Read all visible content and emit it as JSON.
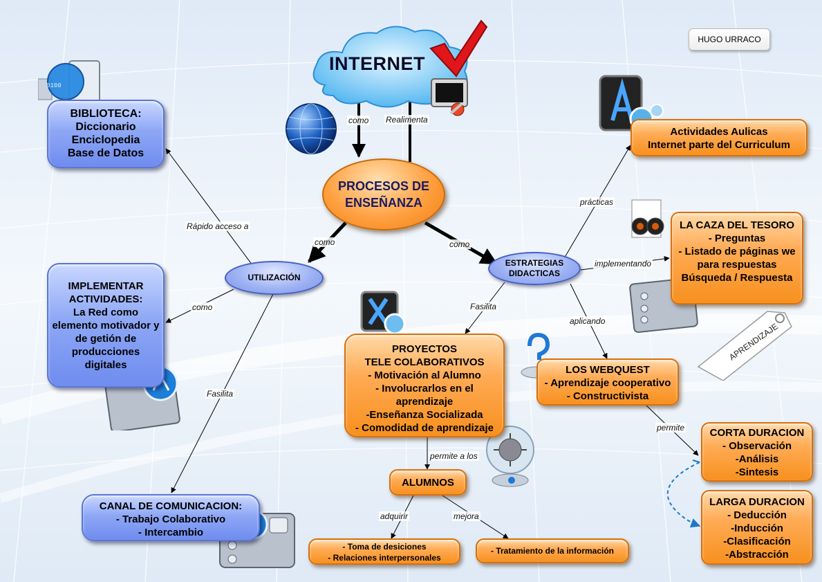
{
  "author": "HUGO URRACO",
  "internet": {
    "title": "INTERNET"
  },
  "center": {
    "lines": [
      "PROCESOS DE",
      "ENSEÑANZA"
    ]
  },
  "nodes": {
    "biblioteca": [
      "BIBLIOTECA:",
      "Diccionario",
      "Enciclopedia",
      "Base de Datos"
    ],
    "implementar": [
      "IMPLEMENTAR",
      "ACTIVIDADES:",
      "La Red como",
      "elemento motivador y",
      "de getión de",
      "producciones",
      "digitales"
    ],
    "canal": [
      "CANAL DE COMUNICACION:",
      "- Trabajo Colaborativo",
      "- Intercambio"
    ],
    "utilizacion": [
      "UTILIZACIÓN"
    ],
    "estrategias": [
      "ESTRATEGIAS",
      "DIDACTICAS"
    ],
    "actividades": [
      "Actividades Aulicas",
      "Internet parte del Curriculum"
    ],
    "caza": [
      "LA CAZA DEL TESORO",
      "- Preguntas",
      "- Listado de páginas we",
      "para respuestas",
      "Búsqueda / Respuesta"
    ],
    "proyectos": [
      "PROYECTOS",
      "TELE COLABORATIVOS",
      "- Motivación al Alumno",
      "- Involucrarlos en el",
      "aprendizaje",
      "-Enseñanza Socializada",
      "- Comodidad de aprendizaje"
    ],
    "webquest": [
      "LOS WEBQUEST",
      "- Aprendizaje cooperativo",
      "- Constructivista"
    ],
    "alumnos": [
      "ALUMNOS"
    ],
    "toma": [
      "- Toma de desiciones",
      "- Relaciones interpersonales"
    ],
    "tratamiento": [
      "- Tratamiento de la información"
    ],
    "corta": [
      "CORTA DURACION",
      "- Observación",
      "-Análisis",
      "-Sintesis"
    ],
    "larga": [
      "LARGA DURACION",
      "- Deducción",
      "-Inducción",
      "-Clasificación",
      "-Abstracción"
    ]
  },
  "edge_labels": {
    "como_internet": "como",
    "realimenta": "Realimenta",
    "como_left": "como",
    "como_right": "como",
    "rapido": "Rápido acceso a",
    "como_impl": "como",
    "fasilita_canal": "Fasilita",
    "practicas": "prácticas",
    "implementando": "implementando",
    "fasilita_proy": "Fasilita",
    "aplicando": "aplicando",
    "permite_alumnos": "permite a los",
    "adquirir": "adquirir",
    "mejora": "mejora",
    "permite": "permite"
  },
  "tag": {
    "text": "APRENDIZAJE"
  },
  "colors": {
    "blue_node": "#8ea8f5",
    "orange_node": "#f7901e",
    "connector": "#000000",
    "dashed_arrow": "#1f78c8"
  },
  "icons": [
    "server-icon",
    "globe-icon",
    "monitor-plug-icon",
    "checkmark-icon",
    "xcode-icon",
    "binoculars-icon",
    "question-mark-icon",
    "virus-globe-icon",
    "panel-icon",
    "robot-icon"
  ]
}
